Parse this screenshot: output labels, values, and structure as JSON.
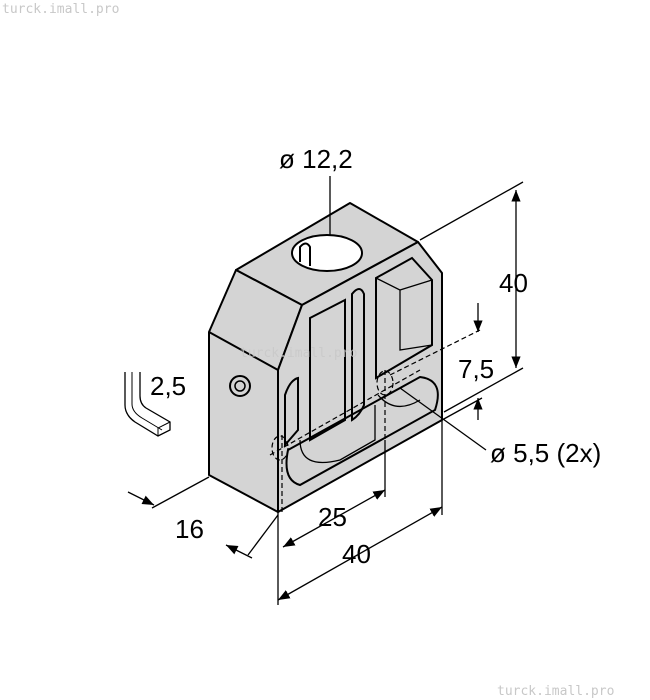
{
  "watermarks": {
    "top_left": "turck.imall.pro",
    "center": "turck.imall.pro",
    "bottom_right": "turck.imall.pro"
  },
  "dimensions": {
    "hole_diameter": "ø 12,2",
    "height": "40",
    "hole_offset": "7,5",
    "mount_hole": "ø 5,5 (2x)",
    "hex_key": "2,5",
    "depth": "16",
    "hole_spacing": "25",
    "width": "40"
  },
  "colors": {
    "body": "#d4d4d4",
    "line": "#000000"
  },
  "icons": [
    "hex-key-icon",
    "set-screw-icon"
  ]
}
